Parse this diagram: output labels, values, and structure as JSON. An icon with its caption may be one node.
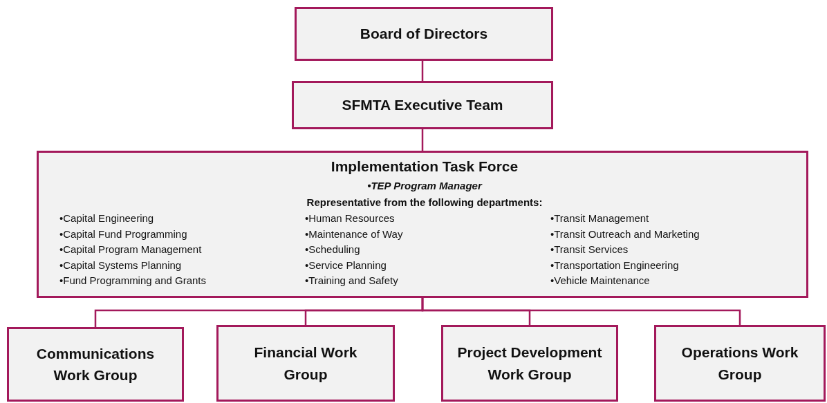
{
  "diagram": {
    "nodes": [
      {
        "text": [
          "Board of Directors"
        ]
      },
      {
        "text": [
          "SFMTA Executive Team"
        ]
      },
      {
        "text": [
          "Implementation Task Force",
          "•TEP Program Manager",
          "Representative from the following departments:",
          "•Capital Engineering",
          "•Capital Fund Programming",
          "•Capital Program Management",
          "•Capital Systems Planning",
          "•Fund Programming and Grants",
          "•Human Resources",
          "•Maintenance of Way",
          "•Scheduling",
          "•Service Planning",
          "•Training and Safety",
          "•Transit Management",
          "•Transit Outreach and Marketing",
          "•Transit Services",
          "•Transportation Engineering",
          "•Vehicle Maintenance"
        ]
      },
      {
        "text": [
          "Communications Work Group"
        ]
      },
      {
        "text": [
          "Financial Work Group"
        ]
      },
      {
        "text": [
          "Project Development Work Group"
        ]
      },
      {
        "text": [
          "Operations Work Group"
        ]
      }
    ],
    "edges": [
      {
        "from": 0,
        "to": 1,
        "arrow": "none"
      },
      {
        "from": 1,
        "to": 2,
        "arrow": "none"
      },
      {
        "from": 2,
        "to": 3,
        "arrow": "none"
      },
      {
        "from": 2,
        "to": 4,
        "arrow": "none"
      },
      {
        "from": 2,
        "to": 5,
        "arrow": "none"
      },
      {
        "from": 2,
        "to": 6,
        "arrow": "none"
      }
    ]
  }
}
